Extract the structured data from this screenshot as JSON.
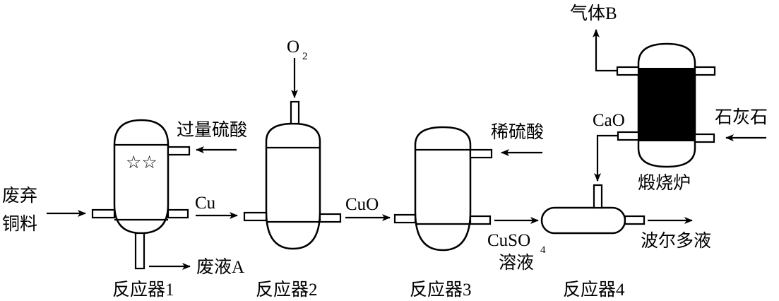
{
  "diagram": {
    "title": "",
    "units": [
      {
        "id": "reactor1",
        "label": "反应器1",
        "marker": "☆☆"
      },
      {
        "id": "reactor2",
        "label": "反应器2"
      },
      {
        "id": "reactor3",
        "label": "反应器3"
      },
      {
        "id": "reactor4",
        "label": "反应器4"
      },
      {
        "id": "calciner",
        "label": "煅烧炉"
      }
    ],
    "streams": {
      "waste_copper_line1": "废弃",
      "waste_copper_line2": "铜料",
      "excess_sulfuric_acid": "过量硫酸",
      "cu": "Cu",
      "waste_liquid_a": "废液A",
      "o2_main": "O",
      "o2_sub": "2",
      "cuo": "CuO",
      "dilute_sulfuric_acid": "稀硫酸",
      "cuso4_main": "CuSO",
      "cuso4_sub": "4",
      "cuso4_solution": "溶液",
      "gas_b": "气体B",
      "limestone": "石灰石",
      "cao": "CaO",
      "bordeaux_mixture": "波尔多液"
    },
    "colors": {
      "line": "#000000",
      "background": "#ffffff",
      "calciner_fill": "#000000"
    }
  }
}
